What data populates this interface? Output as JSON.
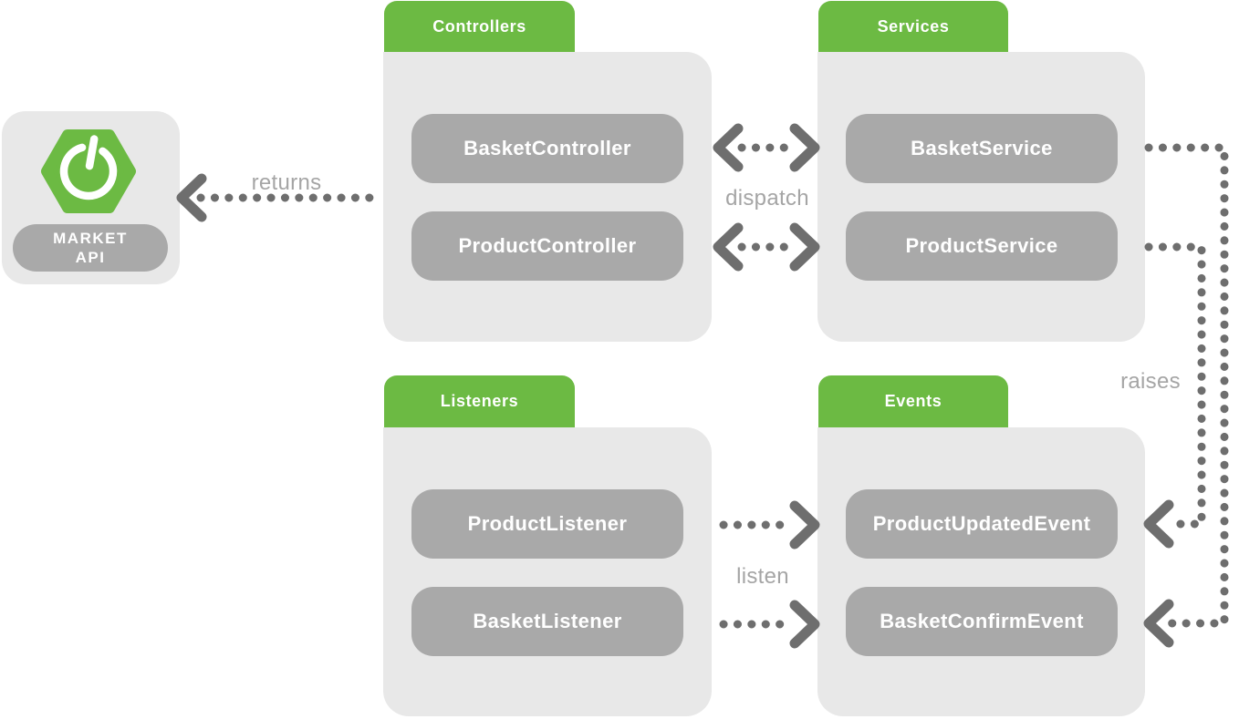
{
  "colors": {
    "green": "#6cba43",
    "panel_gray": "#e8e8e8",
    "pill_gray": "#a9a9a9",
    "arrow_gray": "#6e6e6e",
    "label_gray": "#a5a5a5",
    "text_white": "#ffffff"
  },
  "api": {
    "title_line1": "MARKET",
    "title_line2": "API",
    "logo": "spring-boot-logo"
  },
  "groups": {
    "controllers": {
      "tab": "Controllers",
      "items": [
        "BasketController",
        "ProductController"
      ]
    },
    "services": {
      "tab": "Services",
      "items": [
        "BasketService",
        "ProductService"
      ]
    },
    "listeners": {
      "tab": "Listeners",
      "items": [
        "ProductListener",
        "BasketListener"
      ]
    },
    "events": {
      "tab": "Events",
      "items": [
        "ProductUpdatedEvent",
        "BasketConfirmEvent"
      ]
    }
  },
  "arrow_labels": {
    "returns": "returns",
    "dispatch": "dispatch",
    "listen": "listen",
    "raises": "raises"
  }
}
